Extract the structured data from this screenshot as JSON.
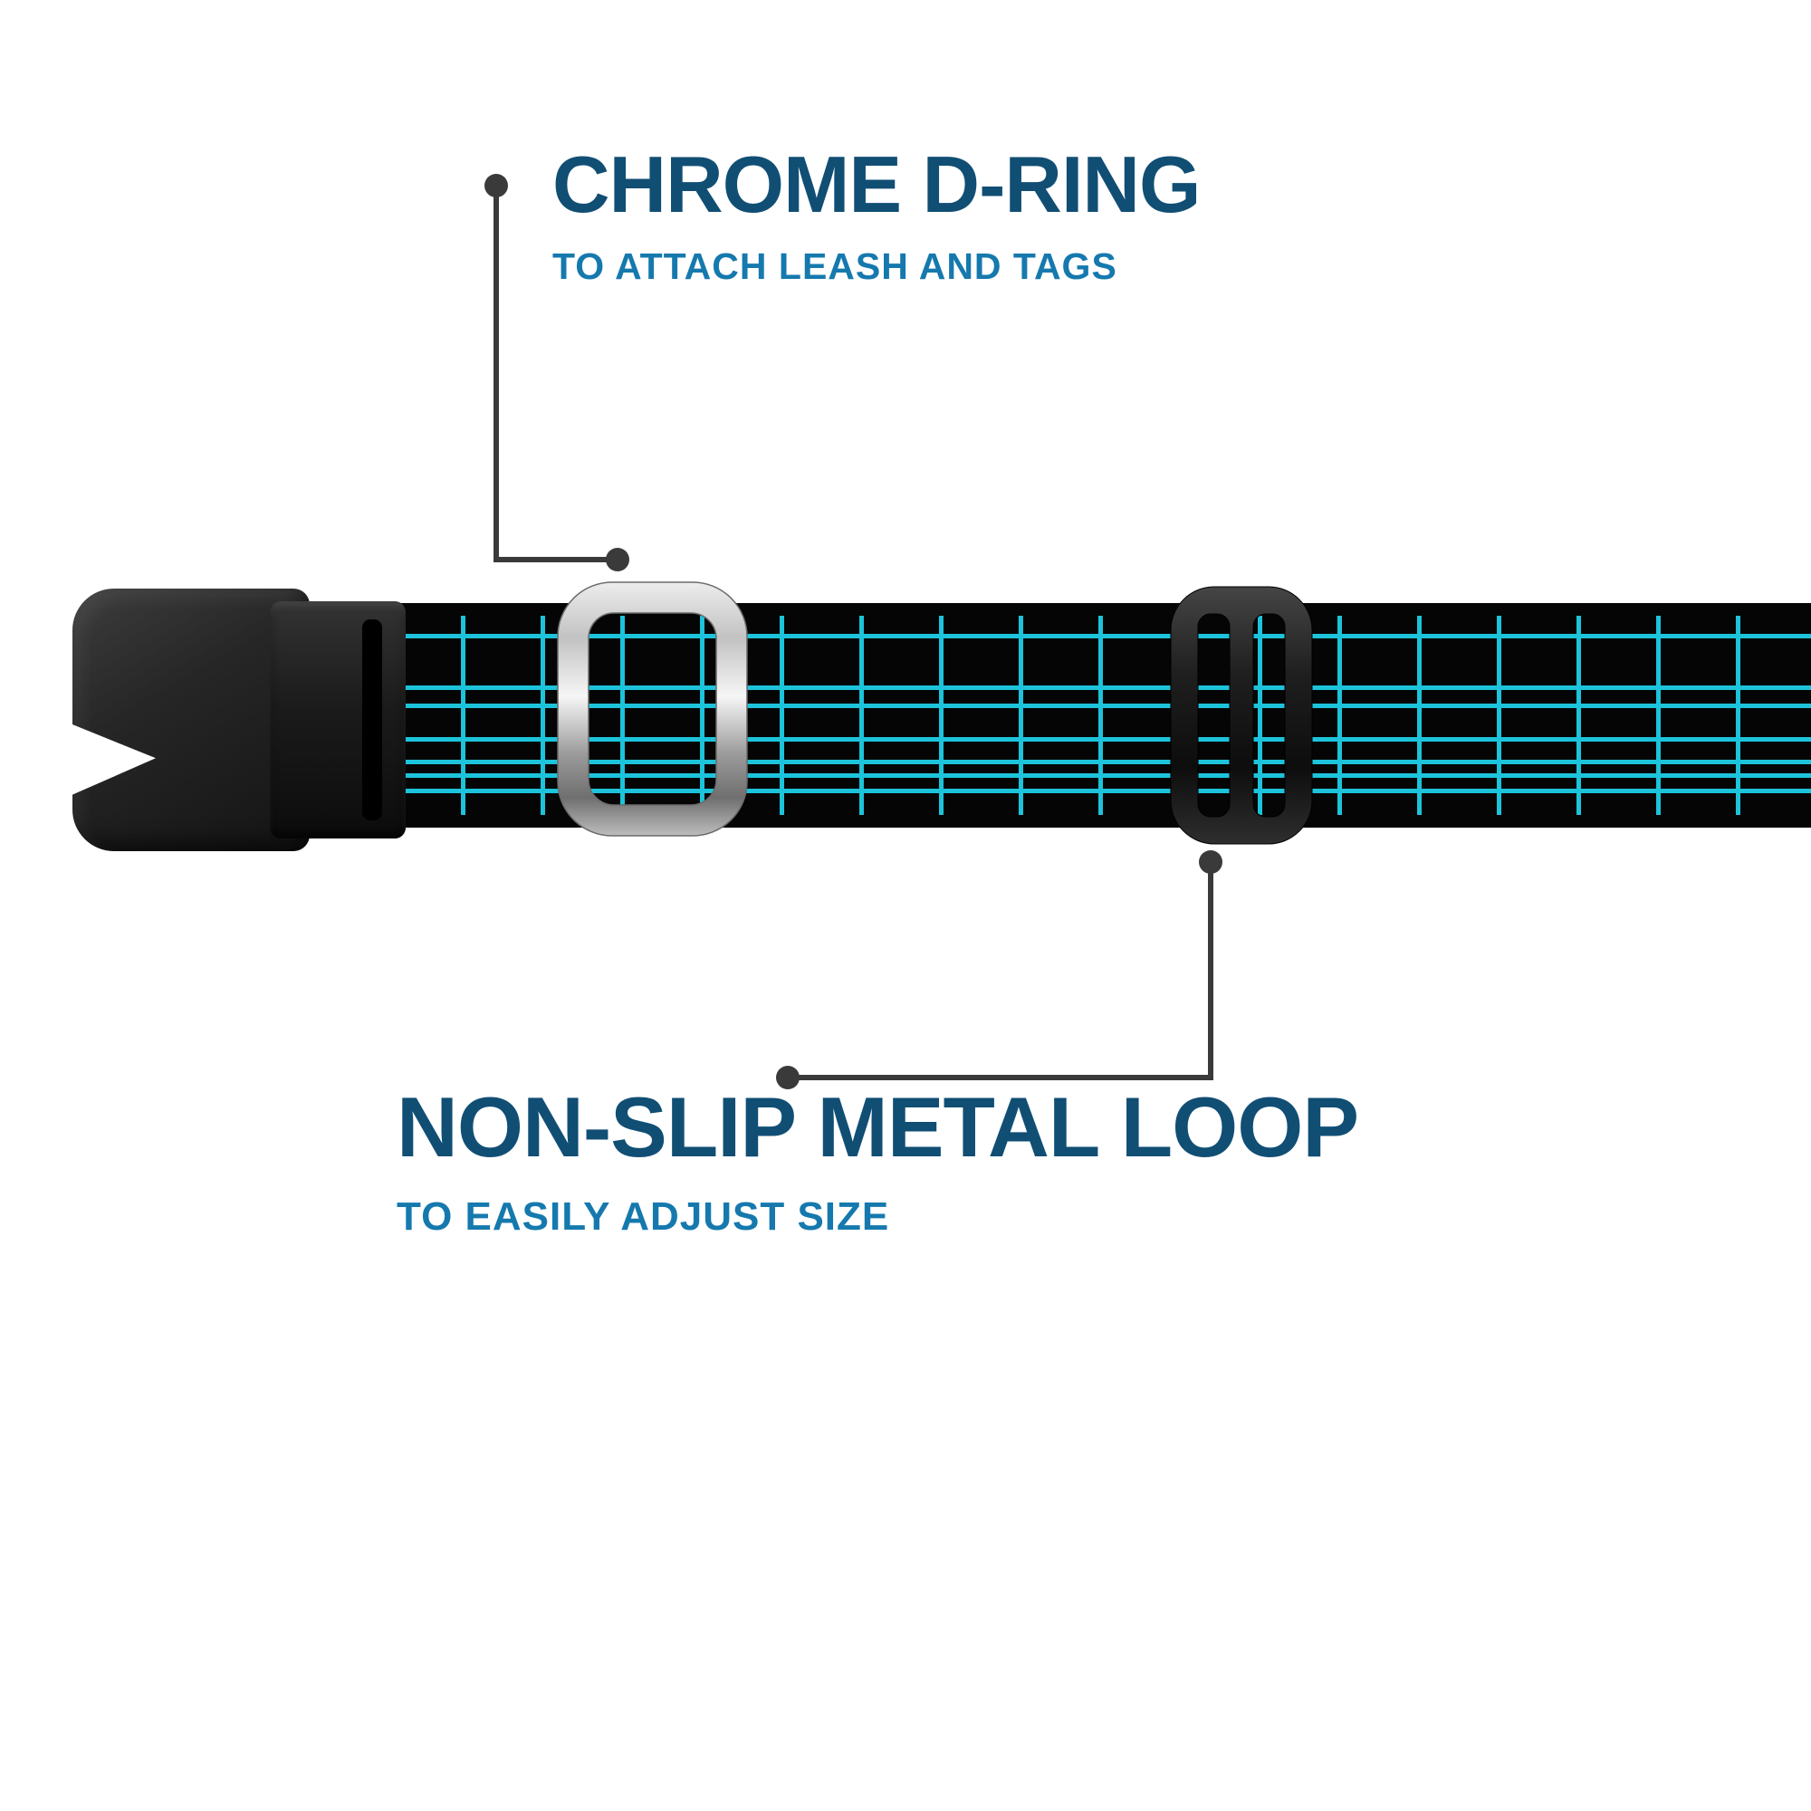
{
  "callouts": {
    "top": {
      "title": "CHROME D-RING",
      "subtitle": "TO ATTACH LEASH AND TAGS"
    },
    "bottom": {
      "title": "NON-SLIP METAL LOOP",
      "subtitle": "TO EASILY ADJUST SIZE"
    }
  },
  "colors": {
    "heading": "#114e74",
    "subheading": "#1579ae",
    "callout": "#3a3a3a",
    "strap": "#050505",
    "grid": "#1cc3da",
    "buckle": "#262626",
    "chrome_light": "#f2f2f2",
    "chrome_dark": "#787878"
  }
}
